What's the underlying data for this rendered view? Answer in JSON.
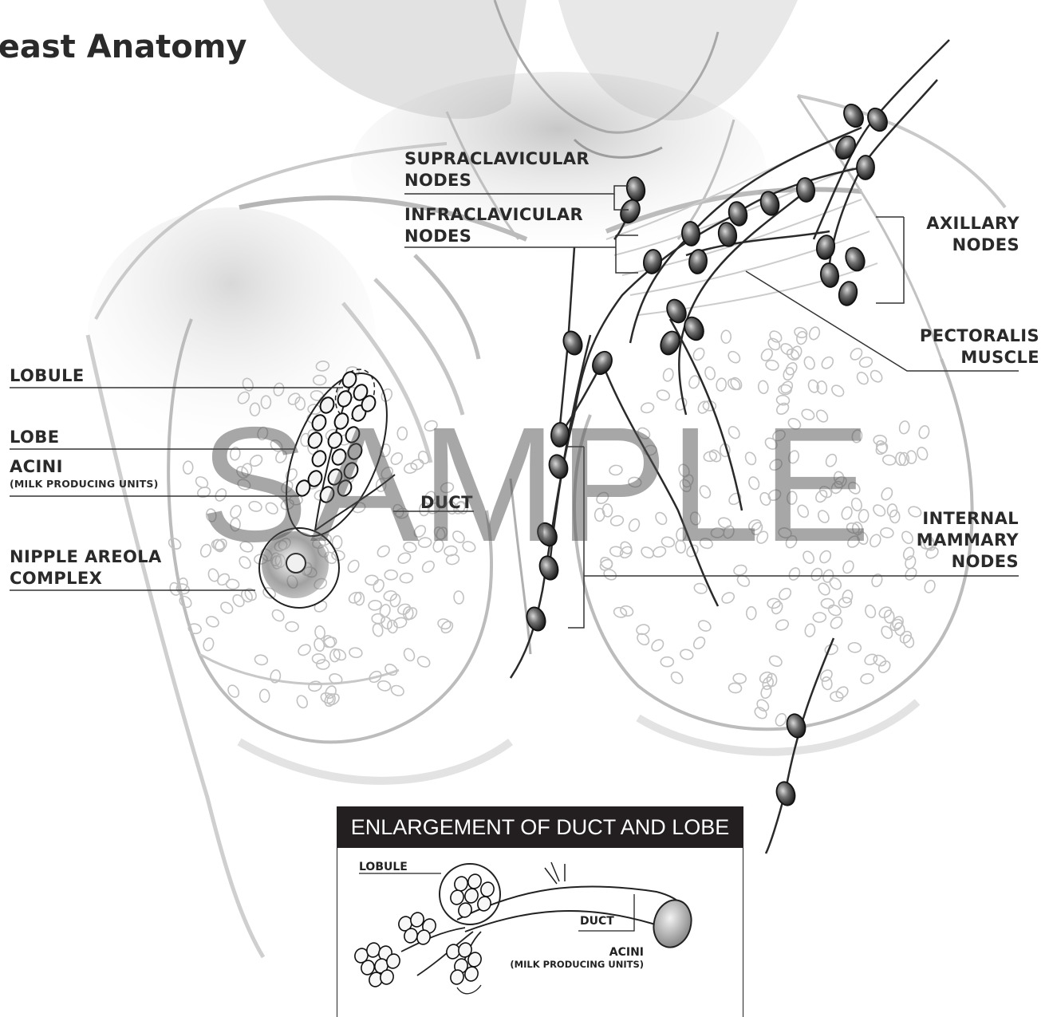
{
  "title": "reast Anatomy",
  "watermark": "SAMPLE",
  "labels": {
    "supraclavicular": {
      "line1": "SUPRACLAVICULAR",
      "line2": "NODES"
    },
    "infraclavicular": {
      "line1": "INFRACLAVICULAR",
      "line2": "NODES"
    },
    "axillary": {
      "line1": "AXILLARY",
      "line2": "NODES"
    },
    "pectoralis": {
      "line1": "PECTORALIS",
      "line2": "MUSCLE"
    },
    "lobule": "LOBULE",
    "lobe": "LOBE",
    "acini": {
      "main": "ACINI",
      "sub": "(MILK PRODUCING UNITS)"
    },
    "duct": "DUCT",
    "nipple": {
      "line1": "NIPPLE AREOLA",
      "line2": "COMPLEX"
    },
    "internal_mammary": {
      "line1": "INTERNAL",
      "line2": "MAMMARY",
      "line3": "NODES"
    }
  },
  "inset": {
    "header": "ENLARGEMENT OF DUCT AND LOBE",
    "lobule": "LOBULE",
    "duct": "DUCT",
    "acini": {
      "main": "ACINI",
      "sub": "(MILK PRODUCING UNITS)"
    }
  },
  "colors": {
    "ink": "#2a2a2a",
    "sketch": "#bdbdbd",
    "node_fill": "#5a5a5a",
    "inset_header_bg": "#231f20"
  }
}
